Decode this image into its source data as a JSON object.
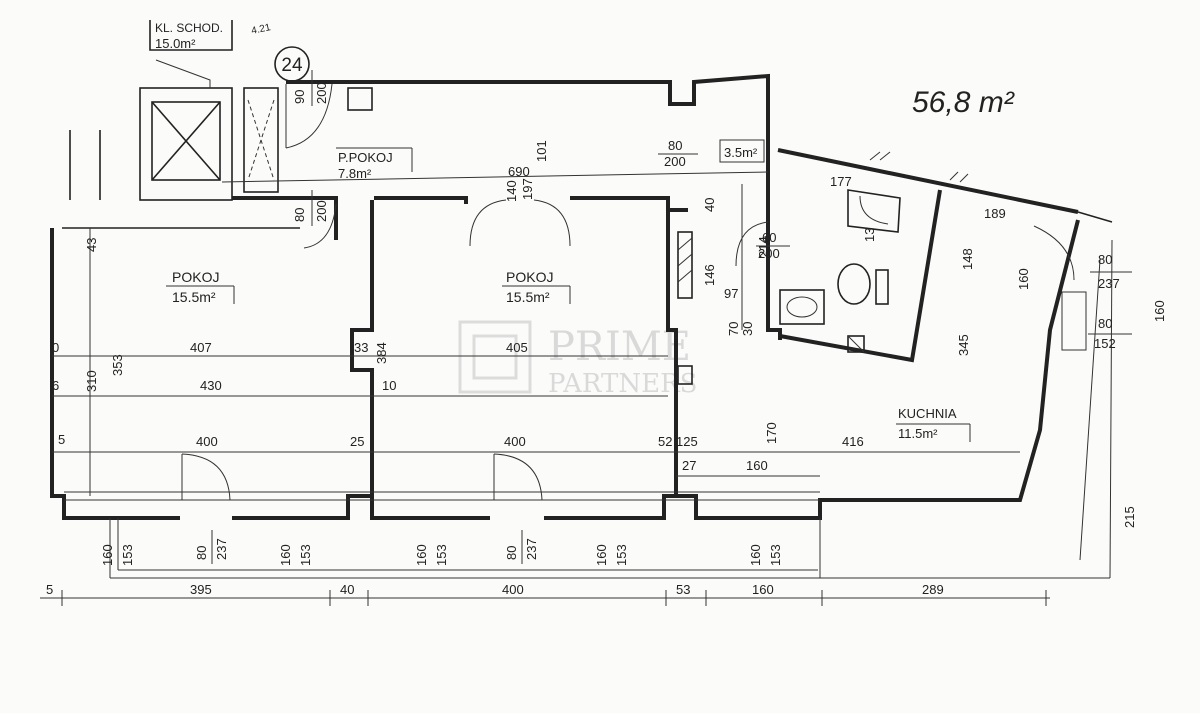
{
  "total_area": "56,8 m²",
  "unit_number": "24",
  "stair_label": {
    "name": "KL. SCHOD.",
    "area": "15.0m²"
  },
  "rooms": [
    {
      "key": "hall",
      "name": "P.POKOJ",
      "area": "7.8m²"
    },
    {
      "key": "room1",
      "name": "POKOJ",
      "area": "15.5m²"
    },
    {
      "key": "room2",
      "name": "POKOJ",
      "area": "15.5m²"
    },
    {
      "key": "kitchen",
      "name": "KUCHNIA",
      "area": "11.5m²"
    },
    {
      "key": "wc",
      "name": "",
      "area": "3.5m²"
    }
  ],
  "dimensions": {
    "bottom_chain": [
      "5",
      "395",
      "40",
      "400",
      "53",
      "160",
      "289"
    ],
    "row_407": [
      "407",
      "33",
      "405",
      "384"
    ],
    "row_430": [
      "430",
      "10"
    ],
    "row_400": [
      "400",
      "25",
      "400",
      "52",
      "125",
      "170",
      "416"
    ],
    "row_27_160": [
      "27",
      "160"
    ],
    "left_side": [
      "0",
      "6",
      "5",
      "310",
      "353",
      "43"
    ],
    "hall": [
      "690",
      "101",
      "197",
      "140"
    ],
    "misc": [
      "40",
      "146",
      "97",
      "70",
      "30",
      "177",
      "189",
      "148",
      "160",
      "345",
      "215",
      "160",
      "13",
      "214",
      "4.21"
    ],
    "door_fractions": [
      [
        "90",
        "200"
      ],
      [
        "80",
        "200"
      ],
      [
        "80",
        "200"
      ],
      [
        "60",
        "200"
      ],
      [
        "80",
        "237"
      ],
      [
        "80",
        "152"
      ],
      [
        "80",
        "237"
      ],
      [
        "80",
        "237"
      ]
    ],
    "window_fractions": [
      [
        "160",
        "153"
      ],
      [
        "160",
        "153"
      ],
      [
        "160",
        "153"
      ],
      [
        "160",
        "153"
      ],
      [
        "160",
        "153"
      ]
    ]
  },
  "watermark": {
    "line1": "PRIME",
    "line2": "PARTNERS"
  },
  "colors": {
    "ink": "#222222",
    "paper": "#fbfbf9",
    "watermark": "#d9d9d9"
  }
}
